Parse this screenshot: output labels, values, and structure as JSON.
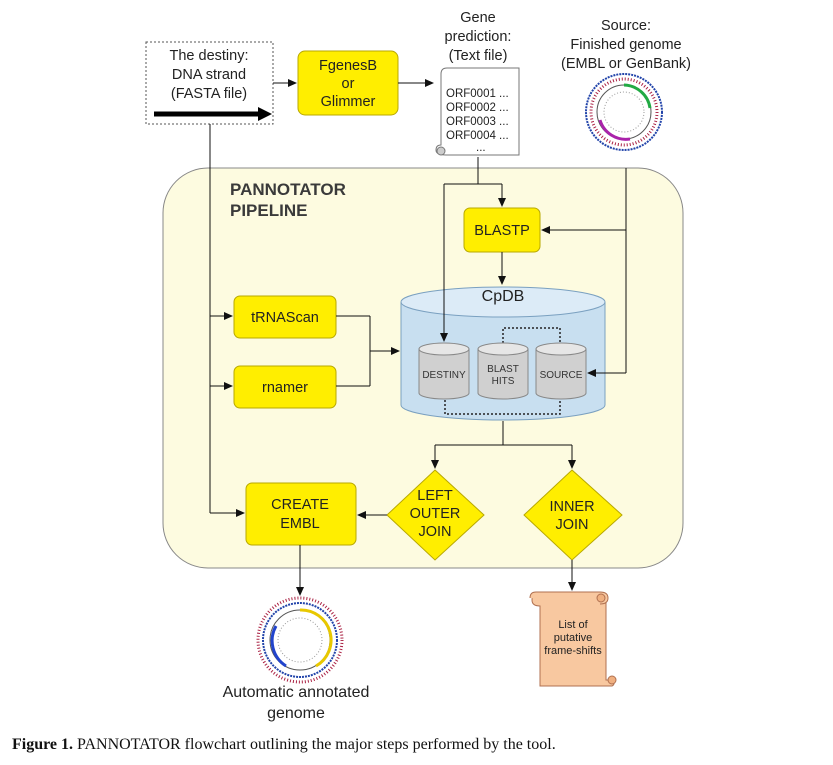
{
  "pipeline_title": [
    "PANNOTATOR",
    "PIPELINE"
  ],
  "nodes": {
    "destiny": [
      "The destiny:",
      "DNA strand",
      "(FASTA file)"
    ],
    "fgenesb": [
      "FgenesB",
      "or",
      "Glimmer"
    ],
    "gene_prediction": [
      "Gene",
      "prediction:",
      "(Text file)"
    ],
    "orf_list": [
      "ORF0001 ...",
      "ORF0002 ...",
      "ORF0003 ...",
      "ORF0004 ...",
      "..."
    ],
    "source": [
      "Source:",
      "Finished genome",
      "(EMBL or GenBank)"
    ],
    "blastp": "BLASTP",
    "cpdb": "CpDB",
    "db_destiny": "DESTINY",
    "db_blast_hits": [
      "BLAST",
      "HITS"
    ],
    "db_source": "SOURCE",
    "trnascan": "tRNAScan",
    "rnamer": "rnamer",
    "left_outer_join": [
      "LEFT",
      "OUTER",
      "JOIN"
    ],
    "inner_join": [
      "INNER",
      "JOIN"
    ],
    "create_embl": [
      "CREATE",
      "EMBL"
    ],
    "frameshifts": [
      "List of",
      "putative",
      "frame-shifts"
    ],
    "annotated": [
      "Automatic annotated",
      "genome"
    ]
  },
  "caption": {
    "label": "Figure 1.",
    "text": " PANNOTATOR flowchart outlining the major steps performed by the tool."
  },
  "colors": {
    "pipeline_bg": "#fdfbe0",
    "process_fill": "#ffee00",
    "db_fill": "#c8dff0",
    "inner_db_fill": "#d0d0d0",
    "scroll_fill": "#f8c8a0"
  }
}
